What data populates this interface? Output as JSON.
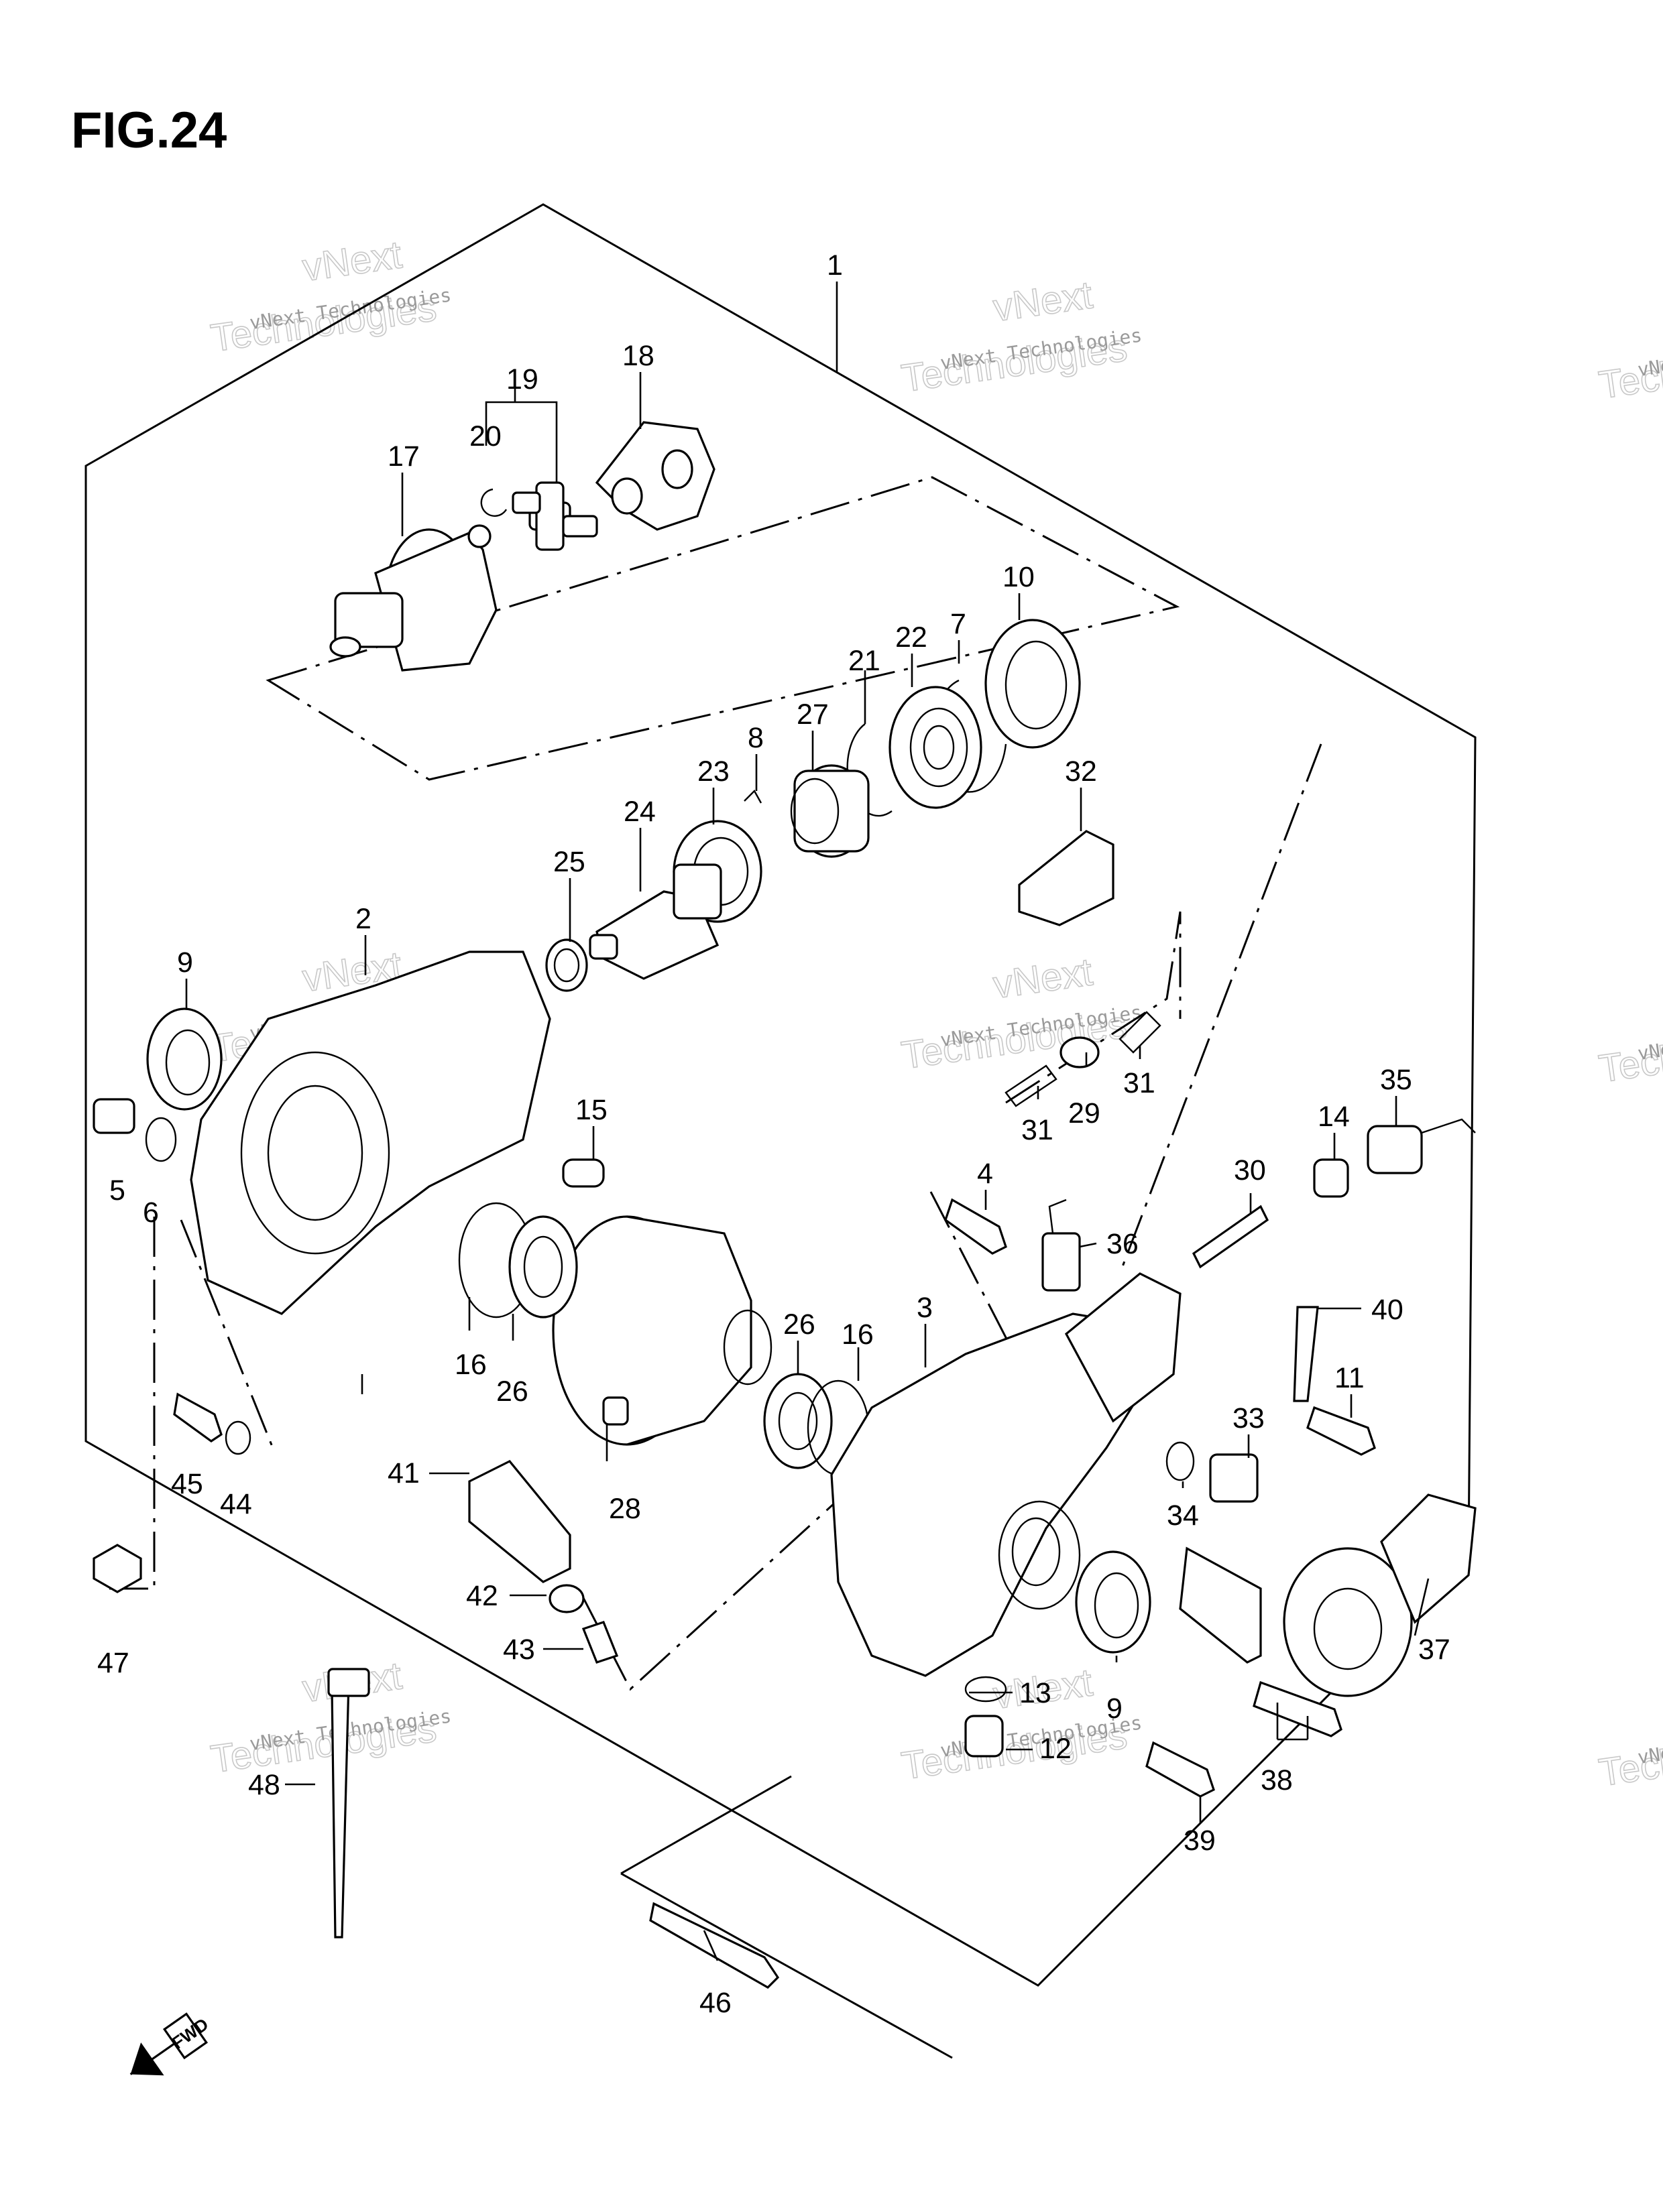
{
  "figure": {
    "title": "FIG.24"
  },
  "watermark": {
    "line1": "vNext Technologies",
    "line2": "vNext",
    "line3": "Technologies"
  },
  "direction_badge": {
    "label": "FWD"
  },
  "callouts": [
    {
      "id": "c1",
      "label": "1"
    },
    {
      "id": "c2",
      "label": "2"
    },
    {
      "id": "c3",
      "label": "3"
    },
    {
      "id": "c4",
      "label": "4"
    },
    {
      "id": "c5",
      "label": "5"
    },
    {
      "id": "c6",
      "label": "6"
    },
    {
      "id": "c7",
      "label": "7"
    },
    {
      "id": "c8",
      "label": "8"
    },
    {
      "id": "c9a",
      "label": "9"
    },
    {
      "id": "c9b",
      "label": "9"
    },
    {
      "id": "c10",
      "label": "10"
    },
    {
      "id": "c11",
      "label": "11"
    },
    {
      "id": "c12",
      "label": "12"
    },
    {
      "id": "c13",
      "label": "13"
    },
    {
      "id": "c14",
      "label": "14"
    },
    {
      "id": "c15",
      "label": "15"
    },
    {
      "id": "c16a",
      "label": "16"
    },
    {
      "id": "c16b",
      "label": "16"
    },
    {
      "id": "c17",
      "label": "17"
    },
    {
      "id": "c18",
      "label": "18"
    },
    {
      "id": "c19",
      "label": "19"
    },
    {
      "id": "c20",
      "label": "20"
    },
    {
      "id": "c21",
      "label": "21"
    },
    {
      "id": "c22",
      "label": "22"
    },
    {
      "id": "c23",
      "label": "23"
    },
    {
      "id": "c24",
      "label": "24"
    },
    {
      "id": "c25",
      "label": "25"
    },
    {
      "id": "c26a",
      "label": "26"
    },
    {
      "id": "c26b",
      "label": "26"
    },
    {
      "id": "c27",
      "label": "27"
    },
    {
      "id": "c28",
      "label": "28"
    },
    {
      "id": "c29",
      "label": "29"
    },
    {
      "id": "c30",
      "label": "30"
    },
    {
      "id": "c31a",
      "label": "31"
    },
    {
      "id": "c31b",
      "label": "31"
    },
    {
      "id": "c32",
      "label": "32"
    },
    {
      "id": "c33",
      "label": "33"
    },
    {
      "id": "c34",
      "label": "34"
    },
    {
      "id": "c35",
      "label": "35"
    },
    {
      "id": "c36",
      "label": "36"
    },
    {
      "id": "c37",
      "label": "37"
    },
    {
      "id": "c38",
      "label": "38"
    },
    {
      "id": "c39",
      "label": "39"
    },
    {
      "id": "c40",
      "label": "40"
    },
    {
      "id": "c41",
      "label": "41"
    },
    {
      "id": "c42",
      "label": "42"
    },
    {
      "id": "c43",
      "label": "43"
    },
    {
      "id": "c44",
      "label": "44"
    },
    {
      "id": "c45",
      "label": "45"
    },
    {
      "id": "c46",
      "label": "46"
    },
    {
      "id": "c47",
      "label": "47"
    },
    {
      "id": "c48",
      "label": "48"
    }
  ]
}
